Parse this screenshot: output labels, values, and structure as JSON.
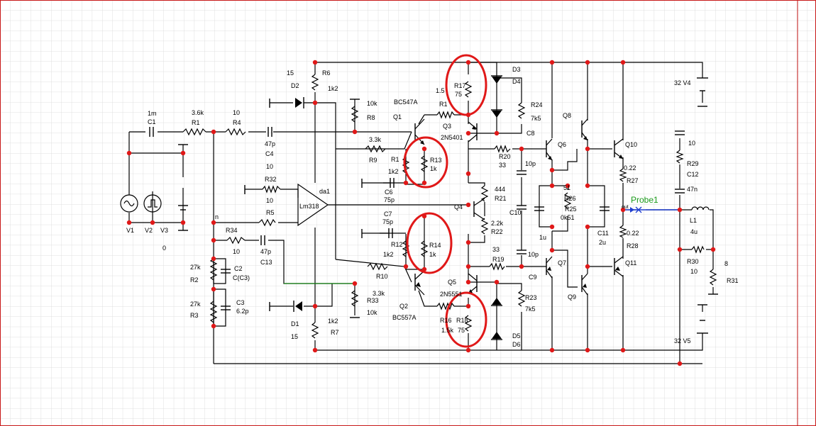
{
  "labels": {
    "C1": "C1",
    "C1v": "1m",
    "R1": "R1",
    "R1v": "3.6k",
    "R4": "R4",
    "R4v": "10",
    "C4": "C4",
    "C4v": "47p",
    "C4v2": "10",
    "R32": "R32",
    "R32v": "10",
    "R5": "R5",
    "R34": "R34",
    "R34v": "10",
    "C13": "C13",
    "C13v": "47p",
    "R2": "R2",
    "R2v": "27k",
    "C2": "C2",
    "C2v": "C(C3)",
    "R3": "R3",
    "R3v": "27k",
    "C3": "C3",
    "C3v": "6.2p",
    "V1": "V1",
    "V2": "V2",
    "V3": "V3",
    "V3v": "0",
    "n": "n",
    "D2": "D2",
    "D2v": "15",
    "D1": "D1",
    "D1v": "15",
    "R6": "R6",
    "R6v": "1k2",
    "R7": "R7",
    "R7v": "1k2",
    "R8": "R8",
    "R8v": "10k",
    "R33": "R33",
    "R33v": "10k",
    "da1": "da1",
    "Lm318": "Lm318",
    "Q1": "Q1",
    "Q1t": "BC547A",
    "Q2": "Q2",
    "Q2t": "BC557A",
    "R9": "R9",
    "R9v": "3.3k",
    "R10": "R10",
    "R10v": "3.3k",
    "R1x": "R1",
    "R11x": "1k2",
    "R13": "R13",
    "R13v": "1k",
    "R12": "R12",
    "R12v": "1k2",
    "R14": "R14",
    "R14v": "1k",
    "C6": "C6",
    "C6v": "75p",
    "C7": "C7",
    "C7v": "75p",
    "R17": "R17",
    "R17v": "75",
    "R17pre": "1.5",
    "R1b": "R1",
    "R16": "R16",
    "R16v": "1.5k",
    "R18": "R18",
    "R18v": "75",
    "Q3": "Q3",
    "Q3t": "2N5401",
    "Q5": "Q5",
    "Q5t": "2N5551",
    "Q4": "Q4",
    "D3": "D3",
    "D4": "D4",
    "D5": "D5",
    "D6": "D6",
    "R20": "R20",
    "R20v": "33",
    "R19": "R19",
    "R19v": "33",
    "R21": "R21",
    "R21v": "444",
    "R22": "R22",
    "R22v": "2.2k",
    "R24": "R24",
    "R24v": "7k5",
    "R23": "R23",
    "R23v": "7k5",
    "C8": "C8",
    "C9": "C9",
    "C10": "C10",
    "C10v": "10p",
    "C10v2": "10p",
    "R26": "R26",
    "R26v": "51",
    "R25": "R25",
    "R25v": "0k51",
    "C1u": "1u",
    "C11": "C11",
    "C11v": "2u",
    "Q6": "Q6",
    "Q7": "Q7",
    "Q8": "Q8",
    "Q9": "Q9",
    "Q10": "Q10",
    "Q11": "Q11",
    "R27": "R27",
    "R27v": "0.22",
    "R28": "R28",
    "R28v": "0.22",
    "Probe1": "Probe1",
    "out": "out",
    "R29": "R29",
    "R29v": "10",
    "C12": "C12",
    "C12v": "47n",
    "L1": "L1",
    "L1v": "4u",
    "R30": "R30",
    "R30v": "10",
    "R31": "R31",
    "R31v": "8",
    "V4": "32 V4",
    "V5": "32 V5"
  },
  "colors": {
    "wire": "#000000",
    "node": "#e01818",
    "highlight": "#e01818",
    "probe": "#1a9a1a",
    "probe_wire": "#1f3fd0",
    "grid": "#d8d8d8",
    "frame": "#c81818"
  }
}
